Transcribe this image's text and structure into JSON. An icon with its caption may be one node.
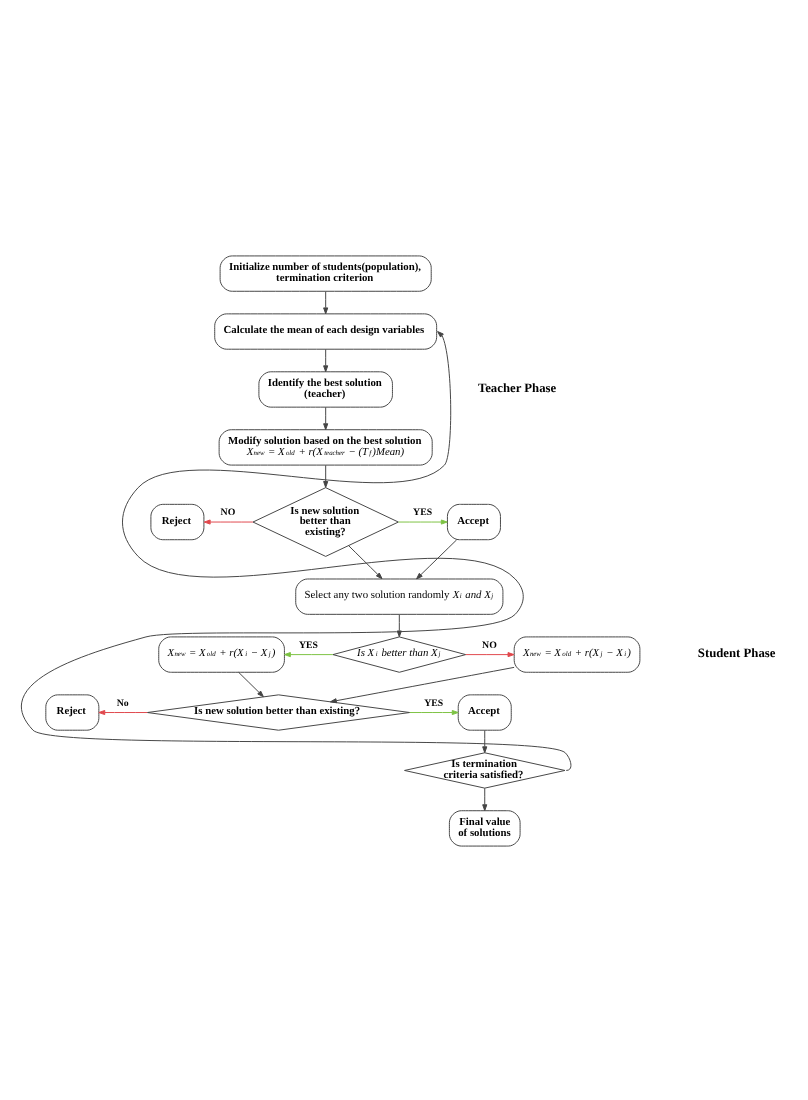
{
  "diagram": {
    "nodes": [
      {
        "text": [
          "Initialize number of students(population), termination criterion"
        ]
      },
      {
        "text": [
          "Calculate the mean of each design variables"
        ]
      },
      {
        "text": [
          "Identify the best solution (teacher)"
        ]
      },
      {
        "text": [
          "Modify solution based on the best solution",
          "*X$_{new}$ = X$_{old}$ + r(X$_{teacher}$ − (T$_{f}$)Mean)*"
        ]
      },
      {
        "text": [
          "Is new solution better than existing?"
        ]
      },
      {
        "text": [
          "Reject"
        ]
      },
      {
        "text": [
          "Accept"
        ]
      },
      {
        "text": [
          "Select any two solution randomly *X$_{i}$ and X$_{j}$*"
        ]
      },
      {
        "text": [
          "*Is X$_{i}$ better than X$_{j}$*"
        ]
      },
      {
        "text": [
          "*X$_{new}$ = X$_{old}$ + r(X$_{i}$ − X$_{j}$)*"
        ]
      },
      {
        "text": [
          "*X$_{new}$ = X$_{old}$ + r(X$_{j}$ − X$_{i}$)*"
        ]
      },
      {
        "text": [
          "Is new solution better than existing?"
        ]
      },
      {
        "text": [
          "Reject"
        ]
      },
      {
        "text": [
          "Accept"
        ]
      },
      {
        "text": [
          "Is termination criteria satisfied?"
        ]
      },
      {
        "text": [
          "Final value of solutions"
        ]
      }
    ],
    "edges": [
      {
        "from": 0,
        "to": 1,
        "arrow": "to"
      },
      {
        "from": 1,
        "to": 2,
        "arrow": "to"
      },
      {
        "from": 2,
        "to": 3,
        "arrow": "to"
      },
      {
        "from": 3,
        "to": 4,
        "arrow": "to"
      },
      {
        "from": 4,
        "to": 5,
        "arrow": "to",
        "label": "NO",
        "color": "#e0474c"
      },
      {
        "from": 4,
        "to": 6,
        "arrow": "to",
        "label": "YES",
        "color": "#7cc242"
      },
      {
        "from": 4,
        "to": 7,
        "arrow": "to"
      },
      {
        "from": 6,
        "to": 7,
        "arrow": "to"
      },
      {
        "from": 7,
        "to": 8,
        "arrow": "to"
      },
      {
        "from": 8,
        "to": 9,
        "arrow": "to",
        "label": "YES",
        "color": "#7cc242"
      },
      {
        "from": 8,
        "to": 10,
        "arrow": "to",
        "label": "NO",
        "color": "#e0474c"
      },
      {
        "from": 9,
        "to": 11,
        "arrow": "to"
      },
      {
        "from": 10,
        "to": 11,
        "arrow": "to"
      },
      {
        "from": 11,
        "to": 12,
        "arrow": "to",
        "label": "No",
        "color": "#e0474c"
      },
      {
        "from": 11,
        "to": 13,
        "arrow": "to",
        "label": "YES",
        "color": "#7cc242"
      },
      {
        "from": 13,
        "to": 14,
        "arrow": "to"
      },
      {
        "from": 14,
        "to": 1,
        "arrow": "to"
      },
      {
        "from": 14,
        "to": 15,
        "arrow": "to"
      }
    ],
    "labels": [
      "Teacher Phase",
      "Student Phase"
    ]
  }
}
